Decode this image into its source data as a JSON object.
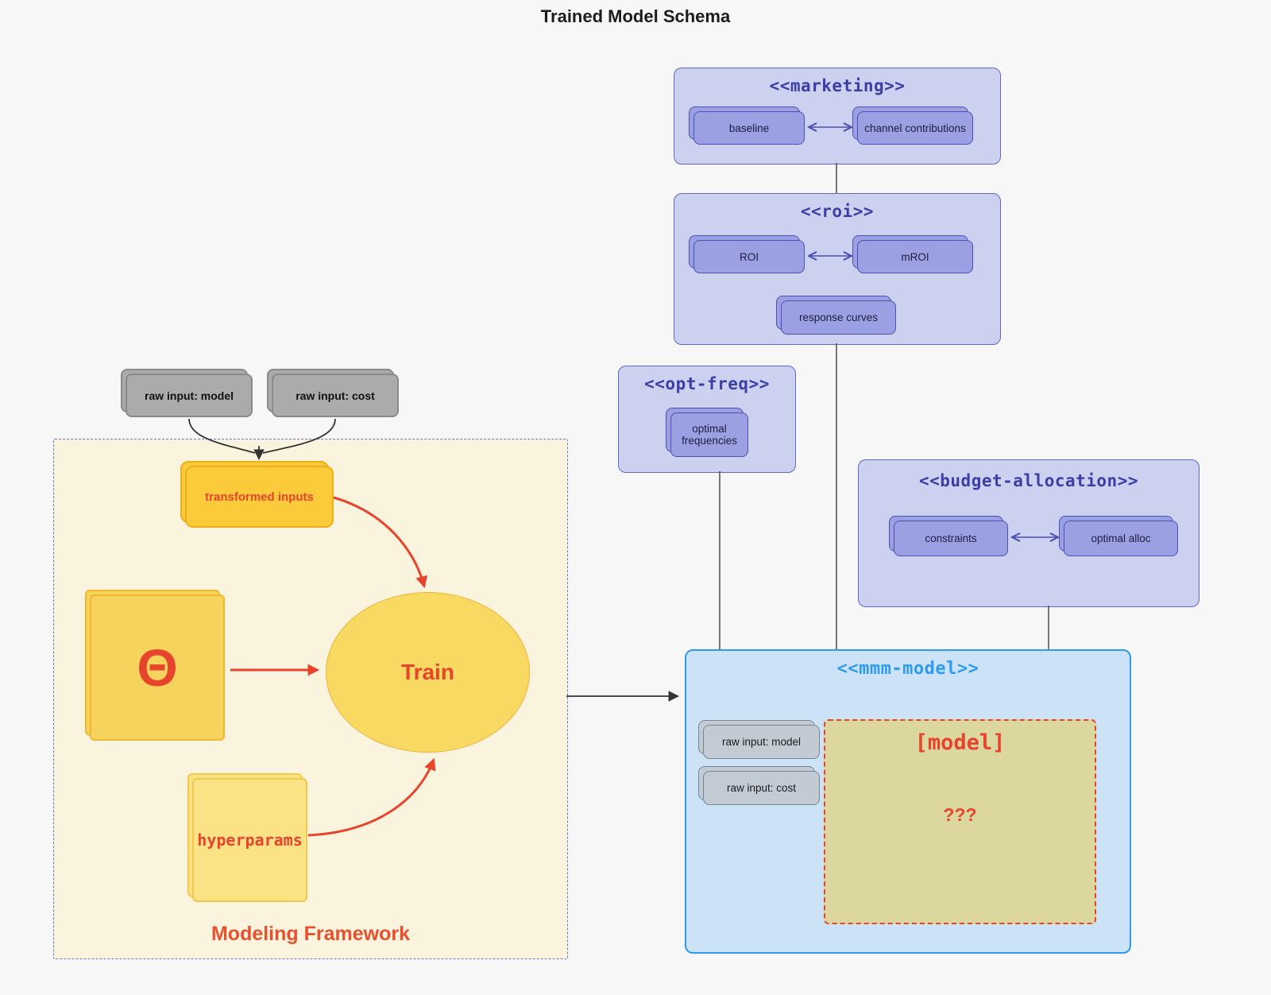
{
  "page": {
    "title": "Trained Model Schema"
  },
  "marketing": {
    "title": "<<marketing>>",
    "baseline": "baseline",
    "channel_contributions": "channel contributions"
  },
  "roi": {
    "title": "<<roi>>",
    "roi": "ROI",
    "mroi": "mROI",
    "response_curves": "response curves"
  },
  "opt_freq": {
    "title": "<<opt-freq>>",
    "optimal_frequencies": "optimal frequencies"
  },
  "budget_allocation": {
    "title": "<<budget-allocation>>",
    "constraints": "constraints",
    "optimal_alloc": "optimal alloc"
  },
  "mmm_model": {
    "title": "<<mmm-model>>",
    "raw_input_model": "raw input: model",
    "raw_input_cost": "raw input: cost",
    "model_label": "[model]",
    "model_unknown": "???"
  },
  "inputs": {
    "raw_input_model": "raw input: model",
    "raw_input_cost": "raw input: cost"
  },
  "framework": {
    "label": "Modeling Framework",
    "transformed_inputs": "transformed inputs",
    "theta": "Θ",
    "train": "Train",
    "hyperparams": "hyperparams"
  },
  "colors": {
    "background": "#F7F7F8",
    "group_lavender_fill": "#CDD1F0",
    "group_lavender_border": "#6067C4",
    "group_title_indigo": "#3A3FA8",
    "node_purple_fill": "#9BA0E2",
    "node_purple_border": "#4A51B5",
    "mmm_fill": "#CBE2F7",
    "mmm_accent_blue": "#2E9BF0",
    "gray_node_fill": "#ABABAB",
    "gray_inner_node_fill": "#C2CAD4",
    "framework_fill": "#FAF3DE",
    "framework_border": "#6B74CE",
    "gold_fill": "#FCCB3B",
    "yellow_fill": "#F6D35C",
    "light_yellow_fill": "#FAE285",
    "train_fill": "#F8D962",
    "khaki_fill": "#DBD79E",
    "red_accent": "#E8432C",
    "connector_gray": "#555555"
  }
}
